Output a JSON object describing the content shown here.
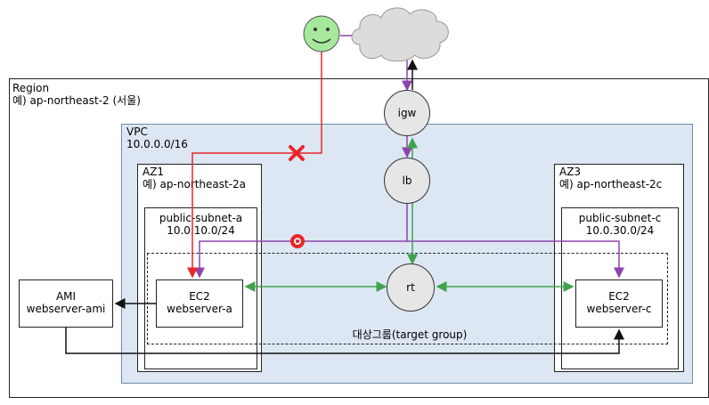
{
  "region": {
    "title": "Region",
    "subtitle": "예) ap-northeast-2 (서울)"
  },
  "vpc": {
    "title": "VPC",
    "cidr": "10.0.0.0/16"
  },
  "az1": {
    "title": "AZ1",
    "subtitle": "예) ap-northeast-2a"
  },
  "az3": {
    "title": "AZ3",
    "subtitle": "예) ap-northeast-2c"
  },
  "subnet_a": {
    "name": "public-subnet-a",
    "cidr": "10.0.10.0/24"
  },
  "subnet_c": {
    "name": "public-subnet-c",
    "cidr": "10.0.30.0/24"
  },
  "ec2_a": {
    "title": "EC2",
    "name": "webserver-a"
  },
  "ec2_c": {
    "title": "EC2",
    "name": "webserver-c"
  },
  "ami": {
    "title": "AMI",
    "name": "webserver-ami"
  },
  "nodes": {
    "igw": "igw",
    "lb": "lb",
    "rt": "rt"
  },
  "target_group": {
    "label": "대상그룹(target group)"
  },
  "icons": [
    "user-smiley-icon",
    "internet-cloud-icon",
    "blocked-x-icon",
    "allowed-circle-icon"
  ],
  "colors": {
    "vpc_fill": "#dce7f3",
    "user_path": "#e8262a",
    "lb_path": "#8e44ad",
    "route_path": "#3fa34d",
    "arrow_black": "#111111",
    "smiley": "#a7e89c"
  }
}
